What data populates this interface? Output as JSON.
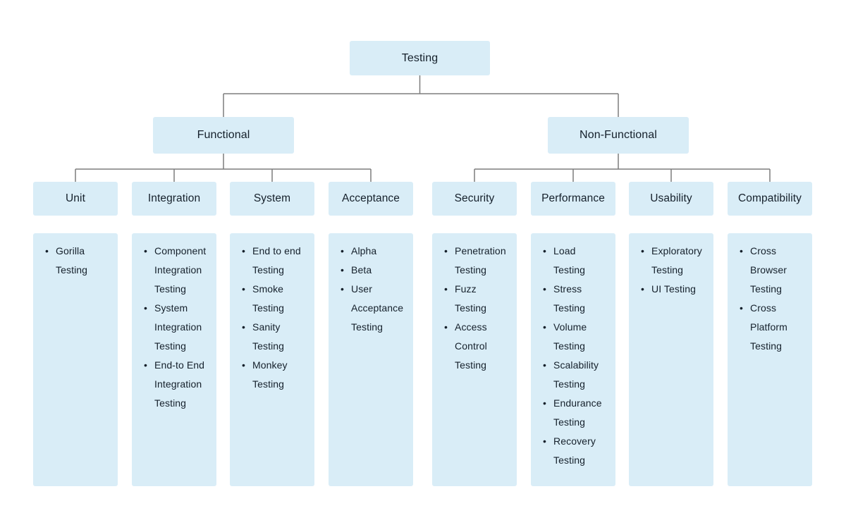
{
  "colors": {
    "box_fill": "#d9edf7",
    "line_color": "#7d7d7d",
    "text_color": "#15202b"
  },
  "diagram": {
    "root": {
      "label": "Testing"
    },
    "branches": [
      {
        "label": "Functional",
        "children": [
          {
            "label": "Unit",
            "items": [
              "Gorilla Testing"
            ]
          },
          {
            "label": "Integration",
            "items": [
              "Component Integration Testing",
              "System Integration Testing",
              "End-to End Integration Testing"
            ]
          },
          {
            "label": "System",
            "items": [
              "End to end Testing",
              "Smoke Testing",
              "Sanity Testing",
              "Monkey Testing"
            ]
          },
          {
            "label": "Acceptance",
            "items": [
              "Alpha",
              "Beta",
              "User Acceptance Testing"
            ]
          }
        ]
      },
      {
        "label": "Non-Functional",
        "children": [
          {
            "label": "Security",
            "items": [
              "Penetration Testing",
              "Fuzz Testing",
              "Access Control Testing"
            ]
          },
          {
            "label": "Performance",
            "items": [
              "Load Testing",
              "Stress Testing",
              "Volume Testing",
              "Scalability Testing",
              "Endurance Testing",
              "Recovery Testing"
            ]
          },
          {
            "label": "Usability",
            "items": [
              "Exploratory Testing",
              "UI Testing"
            ]
          },
          {
            "label": "Compatibility",
            "items": [
              "Cross Browser Testing",
              "Cross Platform Testing"
            ]
          }
        ]
      }
    ]
  }
}
